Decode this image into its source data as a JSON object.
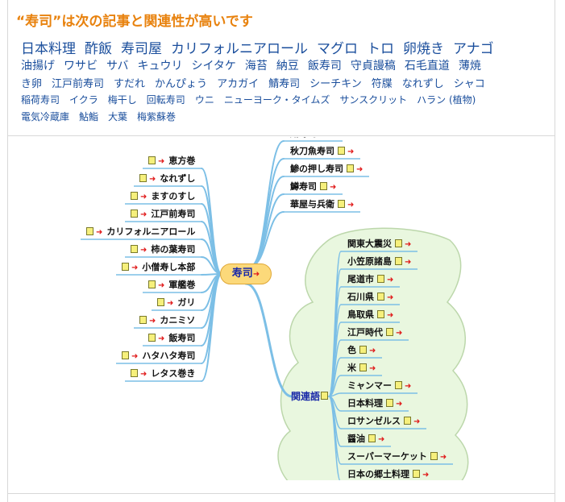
{
  "title": "“寿司”は次の記事と関連性が高いです",
  "related_lines": [
    [
      "日本料理",
      "酢飯",
      "寿司屋",
      "カリフォルニアロール",
      "マグロ",
      "トロ",
      "卵焼き",
      "アナゴ"
    ],
    [
      "油揚げ",
      "ワサビ",
      "サバ",
      "キュウリ",
      "シイタケ",
      "海苔",
      "納豆",
      "飯寿司",
      "守貞謾稿",
      "石毛直道",
      "薄焼"
    ],
    [
      "き卵",
      "江戸前寿司",
      "すだれ",
      "かんぴょう",
      "アカガイ",
      "鯖寿司",
      "シーチキン",
      "符牒",
      "なれずし",
      "シャコ"
    ],
    [
      "稲荷寿司",
      "イクラ",
      "梅干し",
      "回転寿司",
      "ウニ",
      "ニューヨーク・タイムズ",
      "サンスクリット",
      "ハラン (植物)"
    ],
    [
      "電気冷蔵庫",
      "鮎鮨",
      "大葉",
      "梅紫蘇巻"
    ]
  ],
  "mindmap": {
    "center": "寿司",
    "hub": "関連語",
    "left_nodes": [
      "恵方巻",
      "なれずし",
      "ますのすし",
      "江戸前寿司",
      "カリフォルニアロール",
      "柿の葉寿司",
      "小僧寿し本部",
      "軍艦巻",
      "ガリ",
      "カニミソ",
      "飯寿司",
      "ハタハタ寿司",
      "レタス巻き"
    ],
    "right_nodes": [
      "鯖寿司",
      "秋刀魚寿司",
      "鯵の押し寿司",
      "鱒寿司",
      "華屋与兵衛"
    ],
    "hub_nodes": [
      "関東大震災",
      "小笠原諸島",
      "尾道市",
      "石川県",
      "鳥取県",
      "江戸時代",
      "色",
      "米",
      "ミャンマー",
      "日本料理",
      "ロサンゼルス",
      "醤油",
      "スーパーマーケット",
      "日本の郷土料理"
    ]
  },
  "colors": {
    "title": "#e8820e",
    "link": "#1a4e9c",
    "branch": "#7cbfe6",
    "cloud": "#e9f7df",
    "center_fill": "#fcd97a"
  },
  "icons": {
    "doc": "doc-icon",
    "arrow": "arrow-right-icon"
  }
}
